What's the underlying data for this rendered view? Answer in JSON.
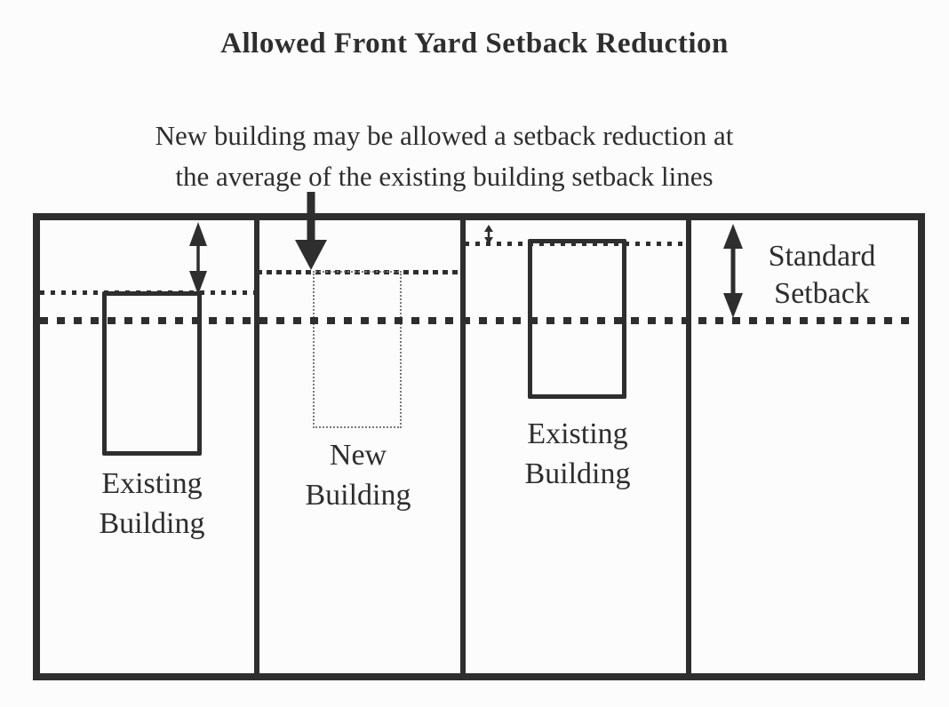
{
  "figure": {
    "title": "Allowed Front Yard Setback Reduction",
    "annotation": {
      "line1": "New building may be allowed a setback reduction at",
      "line2": "the average of the existing building setback lines"
    },
    "parcel": {
      "lot1": {
        "building_label": "Existing Building",
        "building_type": "existing",
        "setback_line": "dotted-at-building"
      },
      "lot2": {
        "building_label": "New Building",
        "building_type": "new-proposed-dashed",
        "setback_line": "average-of-existing"
      },
      "lot3": {
        "building_label": "Existing Building",
        "building_type": "existing",
        "setback_line": "dotted-at-building"
      },
      "lot4": {
        "setback_label": "Standard Setback",
        "setback_line": "standard-heavy-dotted"
      }
    },
    "colors": {
      "ink": "#2e2e2e",
      "background": "#fcfcfc",
      "new_building_stroke": "#7a7a7a"
    }
  }
}
